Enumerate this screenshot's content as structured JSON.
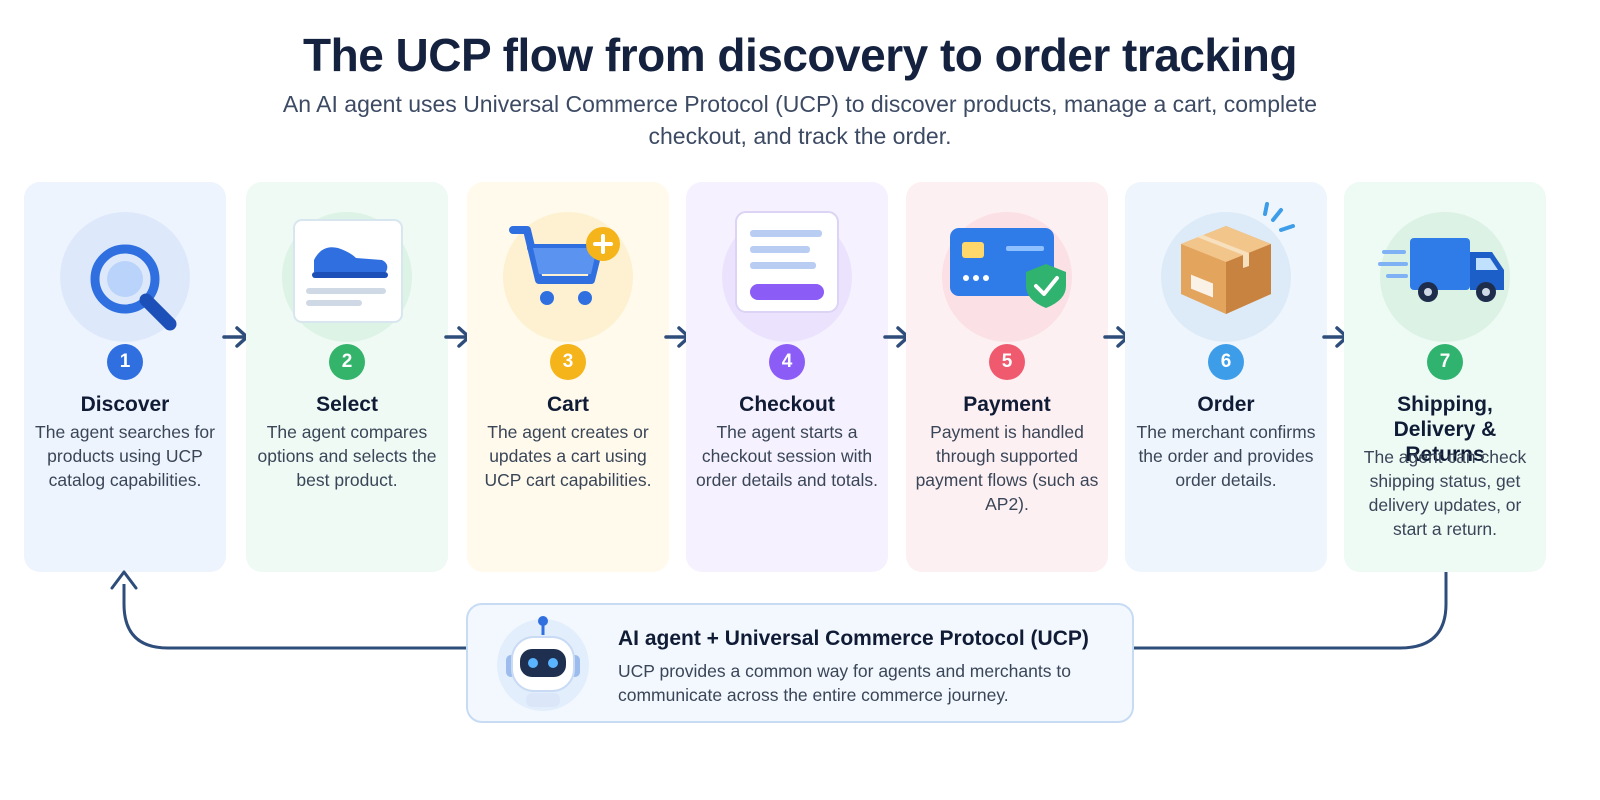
{
  "header": {
    "title": "The UCP flow from discovery to order tracking",
    "subtitle": "An AI agent uses Universal Commerce Protocol (UCP) to discover products, manage a cart, complete checkout, and track the order."
  },
  "steps": [
    {
      "number": "1",
      "title": "Discover",
      "description": "The agent searches for products using UCP catalog capabilities.",
      "icon": "search-icon",
      "accent": "#2f6fe0",
      "card_bg": "#eef4fd",
      "icon_bg": "#dde9fb"
    },
    {
      "number": "2",
      "title": "Select",
      "description": "The agent compares options and selects the best product.",
      "icon": "product-card-icon",
      "accent": "#34b36b",
      "card_bg": "#eefaf3",
      "icon_bg": "#dcf3e6"
    },
    {
      "number": "3",
      "title": "Cart",
      "description": "The agent creates or updates a cart using UCP cart capabilities.",
      "icon": "cart-add-icon",
      "accent": "#f4b41a",
      "card_bg": "#fffaec",
      "icon_bg": "#fdf1d2"
    },
    {
      "number": "4",
      "title": "Checkout",
      "description": "The agent starts a checkout session with order details and totals.",
      "icon": "checkout-form-icon",
      "accent": "#8b5cf6",
      "card_bg": "#f5f1fe",
      "icon_bg": "#ebe3fd"
    },
    {
      "number": "5",
      "title": "Payment",
      "description": "Payment is handled through supported payment flows (such as AP2).",
      "icon": "secure-card-icon",
      "accent": "#ef5a6f",
      "card_bg": "#fdf0f2",
      "icon_bg": "#fbe0e5"
    },
    {
      "number": "6",
      "title": "Order",
      "description": "The merchant confirms the order and provides order details.",
      "icon": "package-icon",
      "accent": "#3d9de8",
      "card_bg": "#eef5fc",
      "icon_bg": "#ddebf8"
    },
    {
      "number": "7",
      "title": "Shipping, Delivery & Returns",
      "description": "The agent can check shipping status, get delivery updates, or start a return.",
      "icon": "truck-icon",
      "accent": "#2fb36f",
      "card_bg": "#eefaf4",
      "icon_bg": "#dcf2e5"
    }
  ],
  "footer": {
    "title": "AI agent + Universal Commerce Protocol (UCP)",
    "description": "UCP provides a common way for agents and merchants to communicate across the entire commerce journey.",
    "icon": "robot-icon"
  },
  "colors": {
    "arrow": "#2e4d7b",
    "title": "#14213f"
  }
}
